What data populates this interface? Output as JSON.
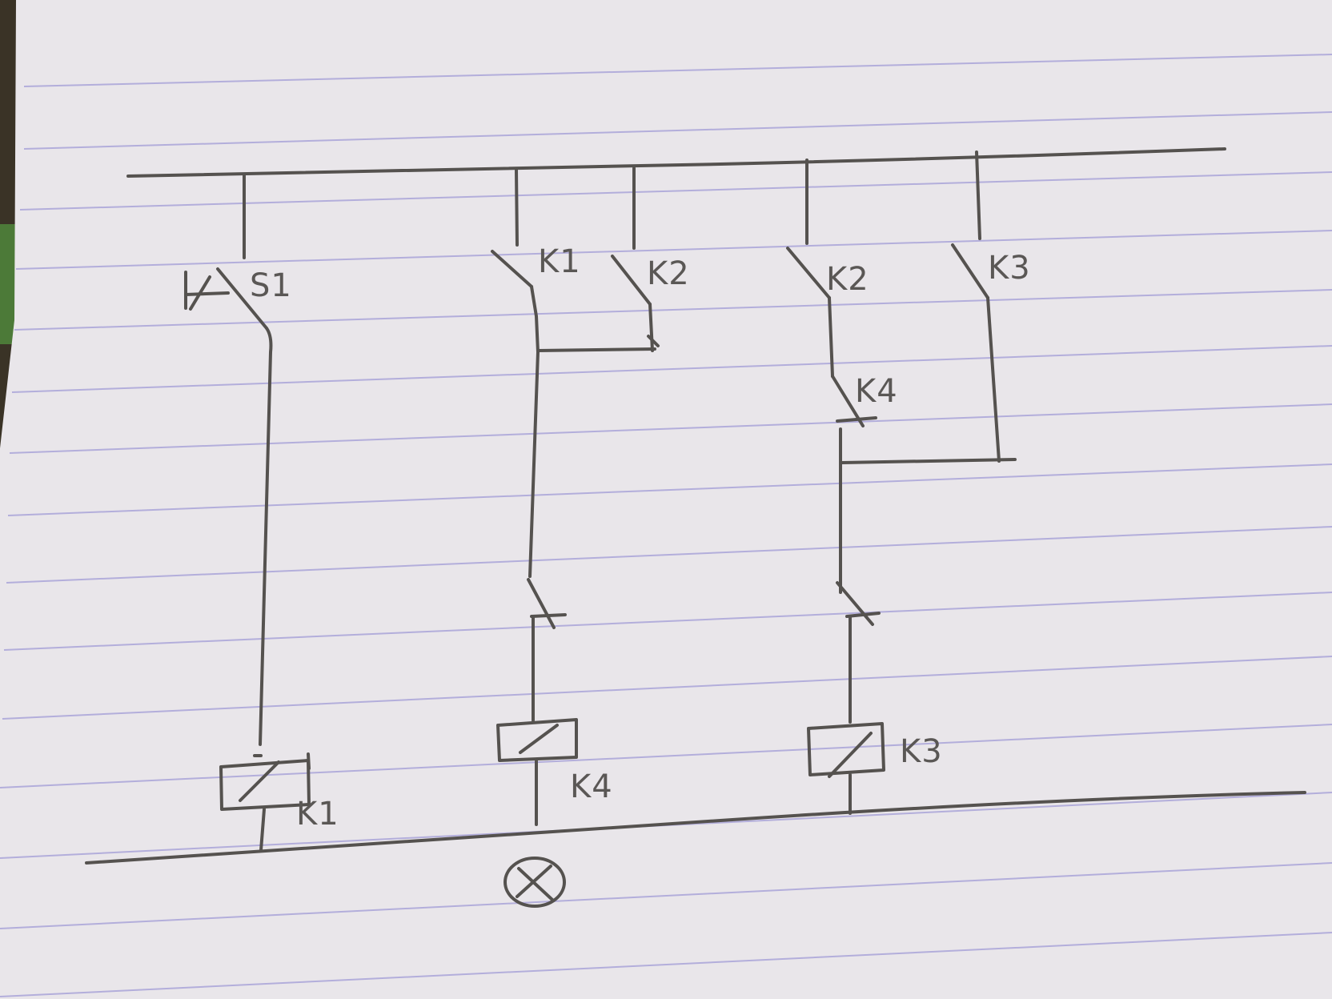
{
  "diagram": {
    "type": "relay ladder diagram (handwritten)",
    "labels": {
      "s1": "S1",
      "k1_contact": "K1",
      "k2_contact_a": "K2",
      "k2_contact_b": "K2",
      "k3_contact": "K3",
      "k4_contact": "K4",
      "coil_k1": "K1",
      "coil_k4": "K4",
      "coil_k3": "K3"
    },
    "colors": {
      "paper": "#e9e6ea",
      "ruling": "#b3aedb",
      "pencil": "#55524f",
      "desk": "#3a3326",
      "binding": "#4c7a38"
    }
  }
}
